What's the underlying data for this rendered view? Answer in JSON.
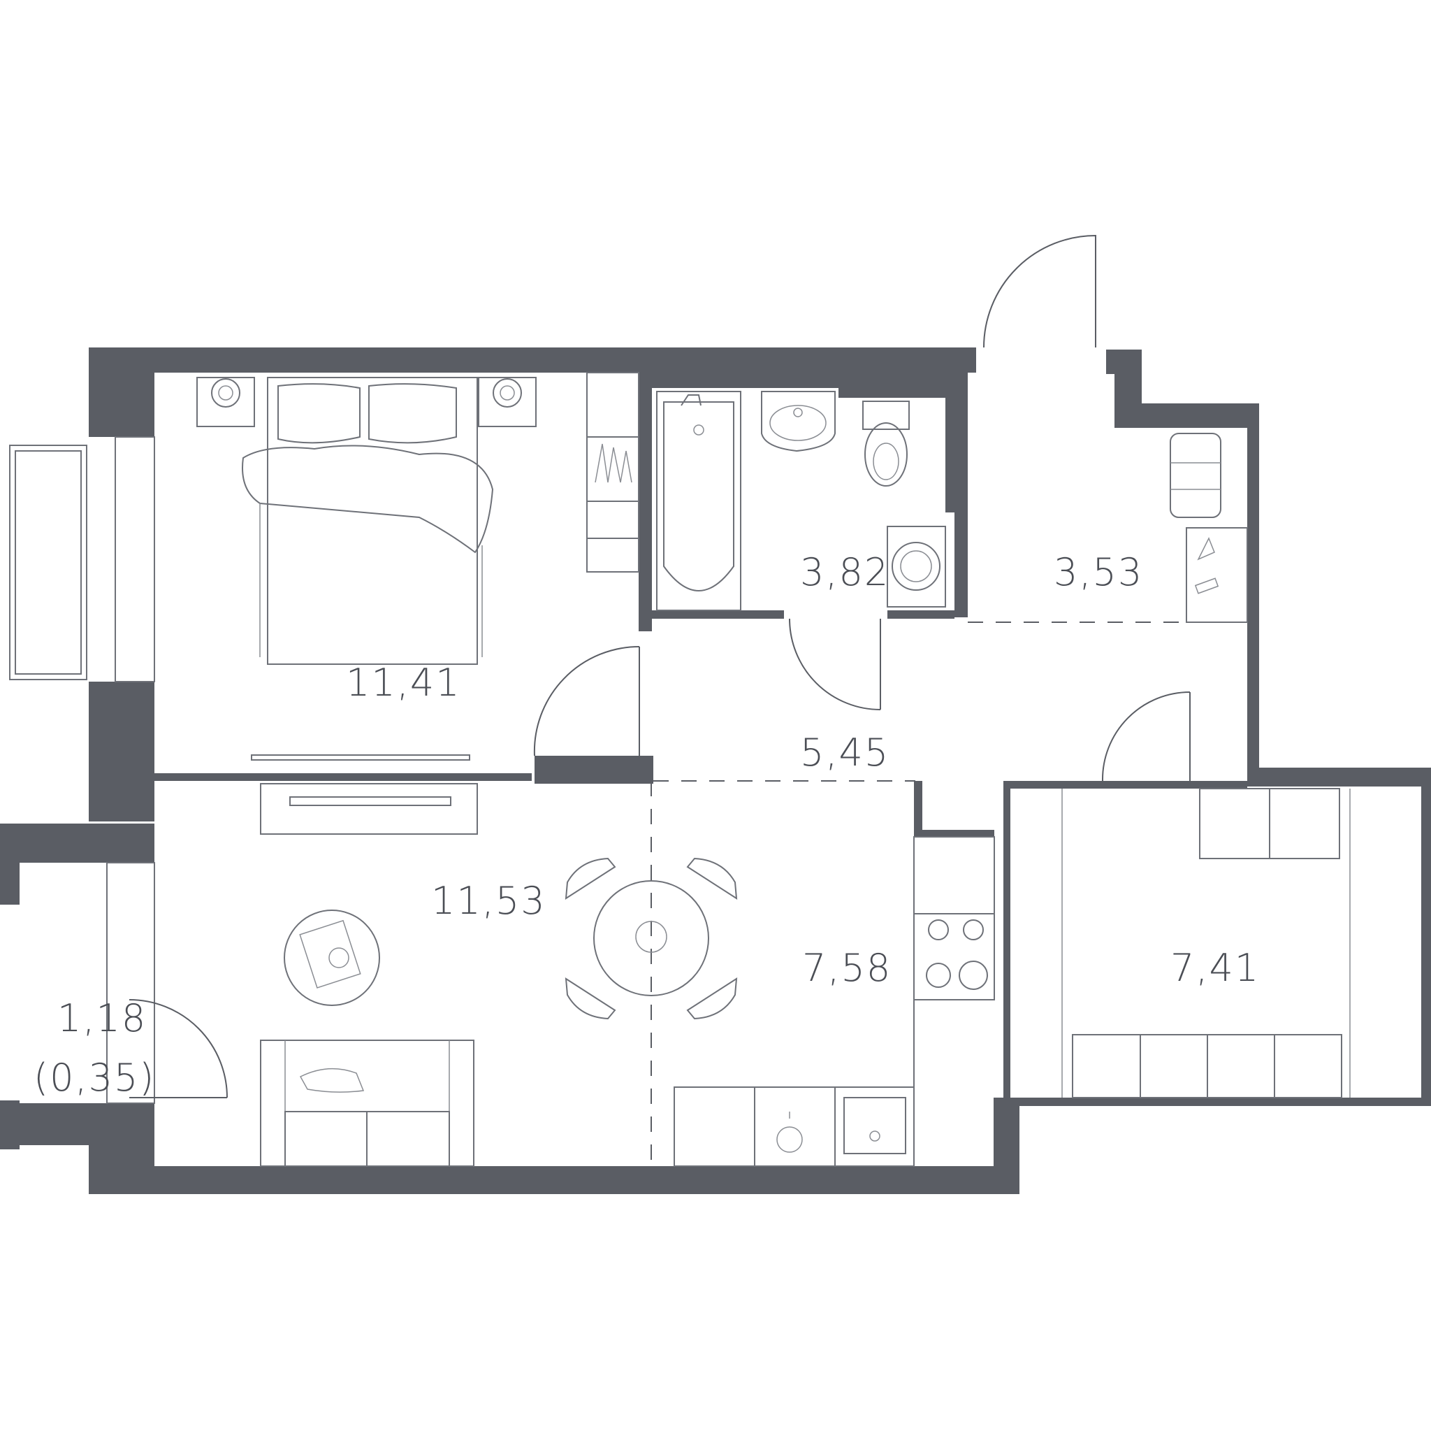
{
  "rooms": {
    "bedroom": {
      "area": "11,41"
    },
    "bathroom": {
      "area": "3,82"
    },
    "entry_closet": {
      "area": "3,53"
    },
    "hallway": {
      "area": "5,45"
    },
    "living": {
      "area": "11,53"
    },
    "kitchen": {
      "area": "7,58"
    },
    "storage_room": {
      "area": "7,41"
    },
    "balcony": {
      "area": "1,18",
      "reduced_area": "(0,35)"
    }
  },
  "colors": {
    "wall": "#5a5d64",
    "furniture_line": "#6e7178",
    "label_text": "#4b4e55",
    "background": "#ffffff"
  },
  "icons": [
    "bathtub-icon",
    "sink-icon",
    "toilet-icon",
    "washing-machine-icon",
    "bed-icon",
    "nightstand-lamp-icon",
    "tv-icon",
    "sofa-icon",
    "dining-table-icon",
    "stove-icon",
    "kitchen-sink-icon",
    "dishwasher-icon",
    "wardrobe-icon",
    "shelving-icon",
    "armchair-icon",
    "coffee-table-icon"
  ]
}
